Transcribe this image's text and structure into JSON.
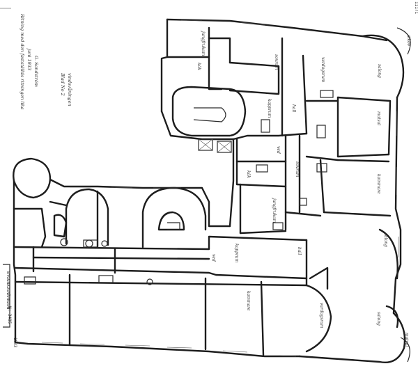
{
  "plan": {
    "rooms": [
      {
        "id": "sovrum-top",
        "label": "sovrum"
      },
      {
        "id": "vardagsrum-top",
        "label": "vardagsrum"
      },
      {
        "id": "salong-top",
        "label": "salong"
      },
      {
        "id": "matsal-top",
        "label": "matsal"
      },
      {
        "id": "kammare-top",
        "label": "kammare"
      },
      {
        "id": "hall-top",
        "label": "hall"
      },
      {
        "id": "kapprum-top",
        "label": "kapprum"
      },
      {
        "id": "sovrum-mid",
        "label": "sovrum"
      },
      {
        "id": "salong-mid",
        "label": "salong"
      },
      {
        "id": "hall-mid",
        "label": "hall"
      },
      {
        "id": "kapprum-mid",
        "label": "kapprum"
      },
      {
        "id": "kammare-bottom",
        "label": "kammare"
      },
      {
        "id": "vardagsrum-bottom",
        "label": "vardagsrum"
      },
      {
        "id": "salong-bottom",
        "label": "salong"
      },
      {
        "id": "matsal-bottom",
        "label": "matsal"
      },
      {
        "id": "alkov",
        "label": "alkov"
      },
      {
        "id": "jungfrukam-top",
        "label": "jungfrukam"
      },
      {
        "id": "jungfrukam-mid",
        "label": "jungfrukam"
      },
      {
        "id": "kok-top",
        "label": "kök"
      },
      {
        "id": "kok-mid",
        "label": "kök"
      },
      {
        "id": "ved-top",
        "label": "ved"
      },
      {
        "id": "ved-bottom",
        "label": "ved"
      }
    ],
    "annotations": {
      "stamp_top_right": "11171",
      "approval_note": "Ritning med den fastställda ritningen lika",
      "approval_date": "juni 1933",
      "signature": "G. Sandström",
      "sheet_note": "Blad No 2",
      "sheet_note_2": "vindsvåningen",
      "archive_number": "N: 3485",
      "archive_year": "1933",
      "archive_stamp": "BYGGNADSNÄMNDEN"
    }
  }
}
